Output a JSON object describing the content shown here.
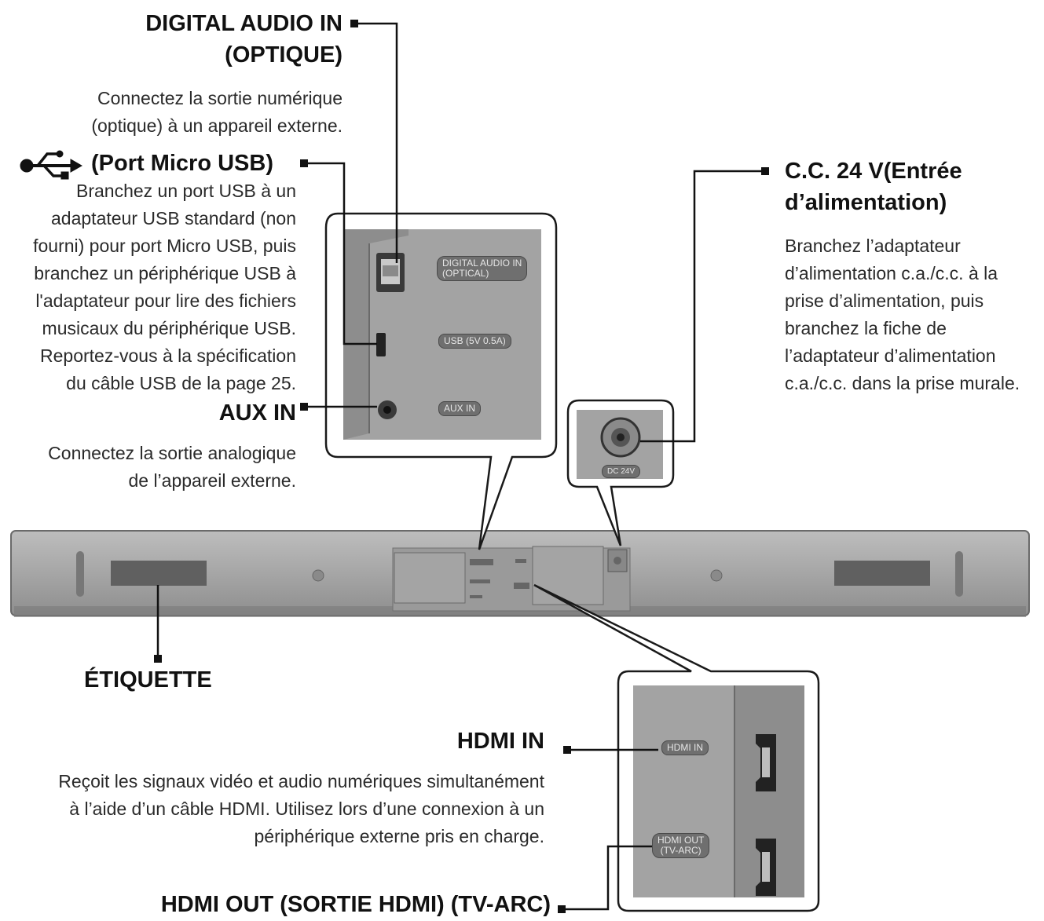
{
  "digital_audio": {
    "heading_line1": "DIGITAL AUDIO IN",
    "heading_line2": "(OPTIQUE)",
    "desc": [
      "Connectez la sortie numérique",
      "(optique) à un appareil externe."
    ]
  },
  "usb": {
    "heading": "(Port Micro USB)",
    "desc": [
      "Branchez un port USB à un",
      "adaptateur USB standard (non",
      "fourni) pour port Micro USB, puis",
      "branchez un périphérique USB à",
      "l'adaptateur pour lire des fichiers",
      "musicaux du périphérique USB.",
      "Reportez-vous à la spécification",
      "du câble USB de la page 25."
    ]
  },
  "aux": {
    "heading": "AUX IN",
    "desc": [
      "Connectez la sortie analogique",
      "de l’appareil externe."
    ]
  },
  "power": {
    "heading_line1": "C.C. 24 V(Entrée",
    "heading_line2": "d’alimentation)",
    "desc": [
      "Branchez l’adaptateur",
      "d’alimentation c.a./c.c. à la",
      "prise d’alimentation, puis",
      "branchez la fiche de",
      "l’adaptateur d’alimentation",
      "c.a./c.c. dans la prise murale."
    ]
  },
  "label_part": {
    "heading": "ÉTIQUETTE"
  },
  "hdmi_in": {
    "heading": "HDMI IN",
    "desc": [
      "Reçoit les signaux vidéo et audio numériques simultanément",
      "à l’aide d’un câble HDMI. Utilisez lors d’une connexion à un",
      "périphérique externe pris en charge."
    ]
  },
  "hdmi_out": {
    "heading": "HDMI OUT (SORTIE HDMI) (TV-ARC)"
  },
  "panel_labels": {
    "digital_line1": "DIGITAL AUDIO IN",
    "digital_line2": "(OPTICAL)",
    "usb": "USB (5V 0.5A)",
    "aux": "AUX IN",
    "dc": "DC 24V",
    "hdmi_in": "HDMI IN",
    "hdmi_out_line1": "HDMI OUT",
    "hdmi_out_line2": "(TV-ARC)"
  },
  "colors": {
    "panel": "#9a9a9a",
    "bar": "#a9a9a9",
    "label_bg": "#6f6f6f",
    "line": "#111111"
  },
  "icons": {
    "usb": "usb-icon"
  }
}
